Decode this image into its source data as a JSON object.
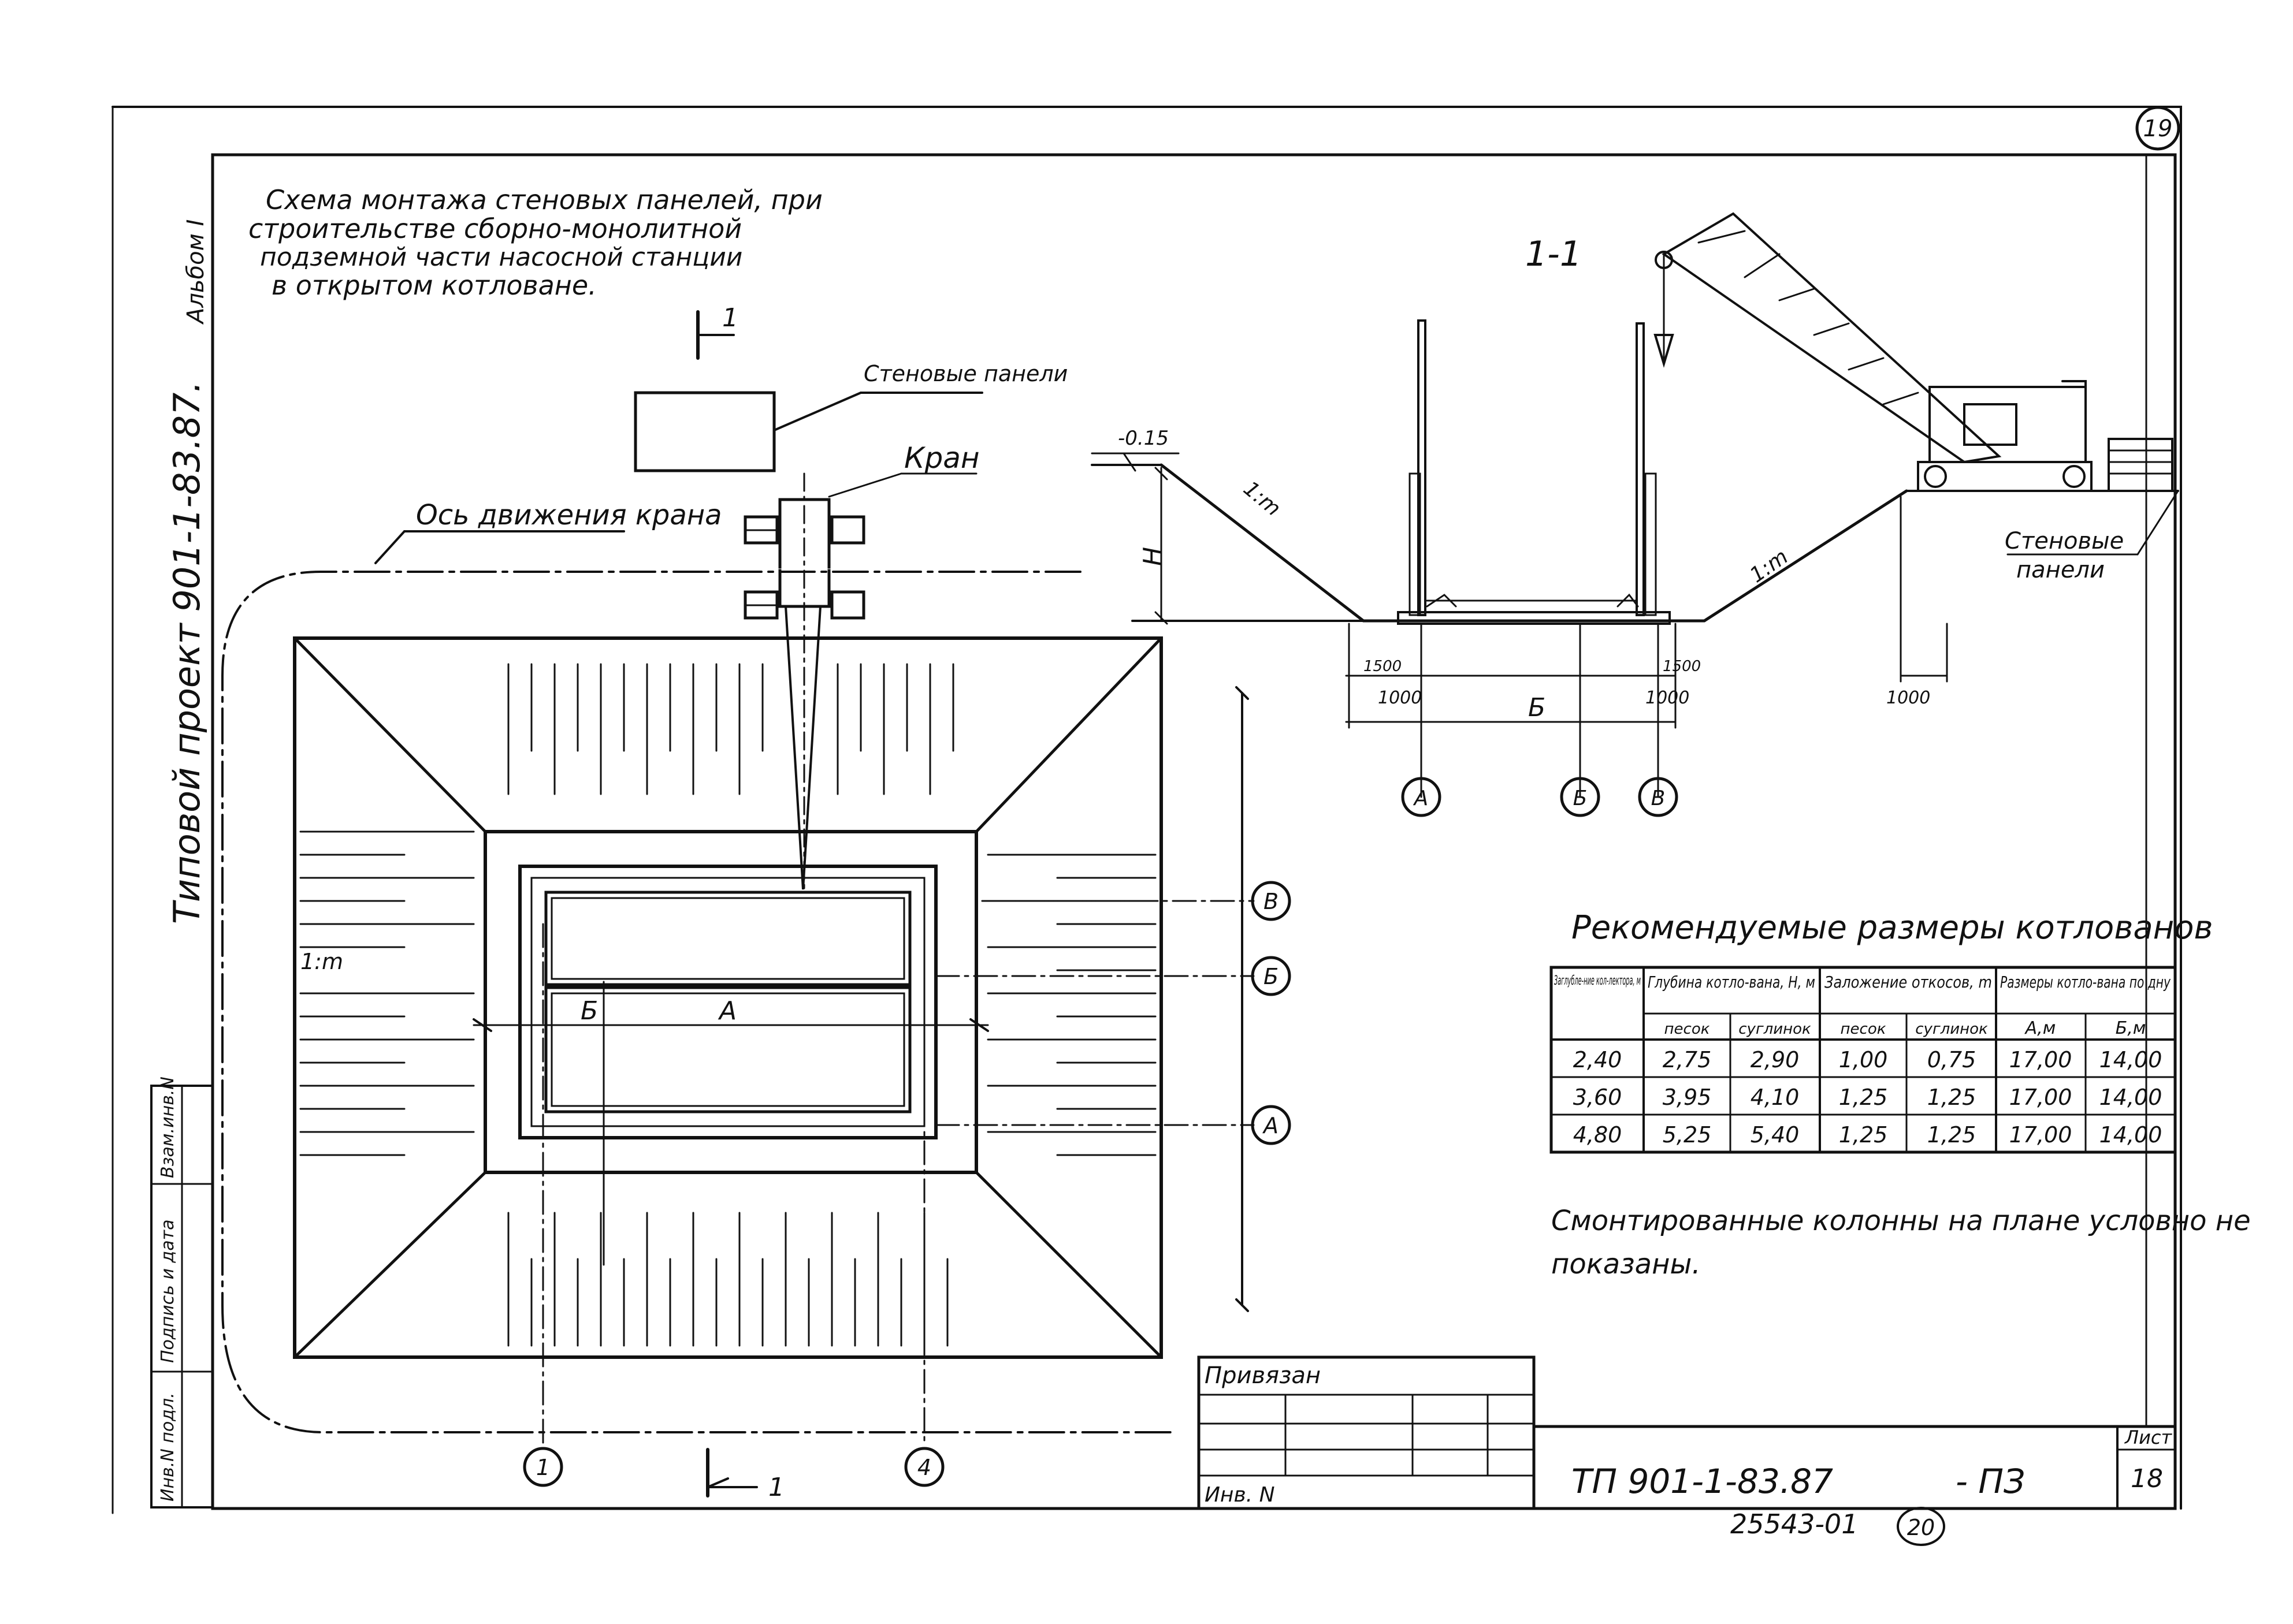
{
  "title": {
    "line1": "Схема монтажа стеновых панелей, при",
    "line2": "строительстве сборно-монолитной",
    "line3": "подземной части насосной станции",
    "line4": "в открытом котловане."
  },
  "side": {
    "album": "Альбом I",
    "project": "Типовой проект 901-1-83.87.",
    "stamp_labels": [
      "Инв.N подл.",
      "Подпись и дата",
      "Взам.инв.N"
    ]
  },
  "plan": {
    "wall_panels_label": "Стеновые панели",
    "crane_label": "Кран",
    "crane_axis_label": "Ось движения крана",
    "slope_label": "1:m",
    "dim_a": "А",
    "dim_b": "Б",
    "section_mark": "1",
    "axes": [
      "1",
      "4",
      "А",
      "Б",
      "В"
    ]
  },
  "section": {
    "title": "1-1",
    "level": "-0.15",
    "h_label": "H",
    "slope_left": "1:m",
    "slope_right": "1:m",
    "dim_1500_left": "1500",
    "dim_1000_left": "1000",
    "dim_1500_right": "1500",
    "dim_1000_right": "1000",
    "dim_1000_far": "1000",
    "dim_b": "Б",
    "axes": [
      "А",
      "Б",
      "В"
    ],
    "wall_panels_label": "Стеновые панели"
  },
  "table": {
    "title": "Рекомендуемые размеры котлованов",
    "headers": {
      "col1": "Заглубле-ние кол-лектора, м",
      "col2": "Глубина котло-вана, Н, м",
      "col3": "Заложение откосов, m",
      "col4": "Размеры котло-вана по дну",
      "sub": [
        "песок",
        "суглинок",
        "песок",
        "суглинок",
        "А,м",
        "Б,м"
      ]
    },
    "rows": [
      [
        "2,40",
        "2,75",
        "2,90",
        "1,00",
        "0,75",
        "17,00",
        "14,00"
      ],
      [
        "3,60",
        "3,95",
        "4,10",
        "1,25",
        "1,25",
        "17,00",
        "14,00"
      ],
      [
        "4,80",
        "5,25",
        "5,40",
        "1,25",
        "1,25",
        "17,00",
        "14,00"
      ]
    ]
  },
  "note": {
    "line1": "Смонтированные колонны на плане условно не",
    "line2": "показаны."
  },
  "titleblock": {
    "bound": "Привязан",
    "inv": "Инв. N",
    "code": "ТП 901-1-83.87",
    "suffix": "- ПЗ",
    "sheet_label": "Лист",
    "sheet_no": "18",
    "order_no": "25543-01",
    "order_circ": "20",
    "page_circle": "19"
  }
}
